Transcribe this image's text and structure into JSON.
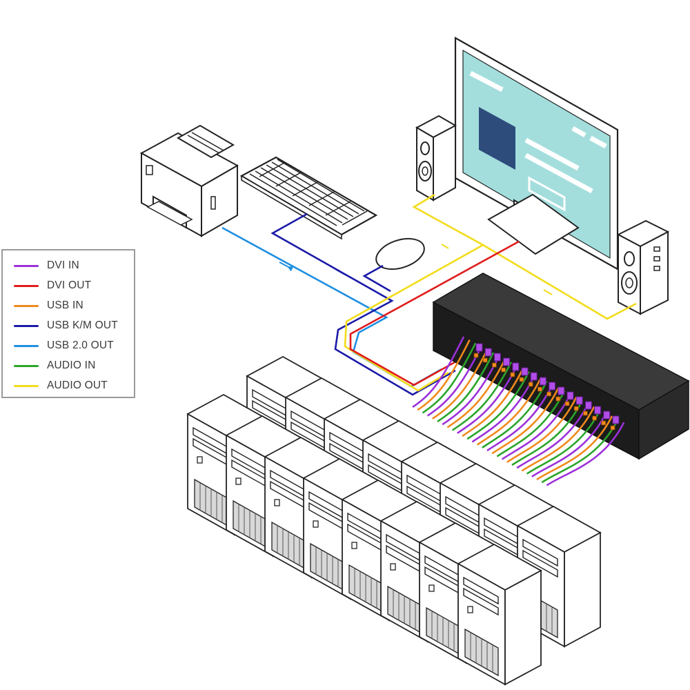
{
  "legend": {
    "items": [
      {
        "label": "DVI IN",
        "color": "#9b30d9"
      },
      {
        "label": "DVI OUT",
        "color": "#e01b1b"
      },
      {
        "label": "USB IN",
        "color": "#f08a1c"
      },
      {
        "label": "USB K/M OUT",
        "color": "#1a1aa8"
      },
      {
        "label": "USB 2.0 OUT",
        "color": "#1e8fe0"
      },
      {
        "label": "AUDIO IN",
        "color": "#2aa52a"
      },
      {
        "label": "AUDIO OUT",
        "color": "#f2dc1a"
      }
    ]
  },
  "devices": {
    "monitor": "monitor-icon",
    "speakers": "speaker-icon",
    "printer": "printer-icon",
    "keyboard": "keyboard-icon",
    "mouse": "mouse-icon",
    "kvm_switch": "kvm-switch-icon",
    "computer": "computer-tower-icon"
  },
  "computer_count": 16,
  "colors": {
    "line_art": "#222222",
    "screen": "#a3dedd",
    "screen_block": "#2d4c7c",
    "kvm_body": "#1c1c1c"
  }
}
